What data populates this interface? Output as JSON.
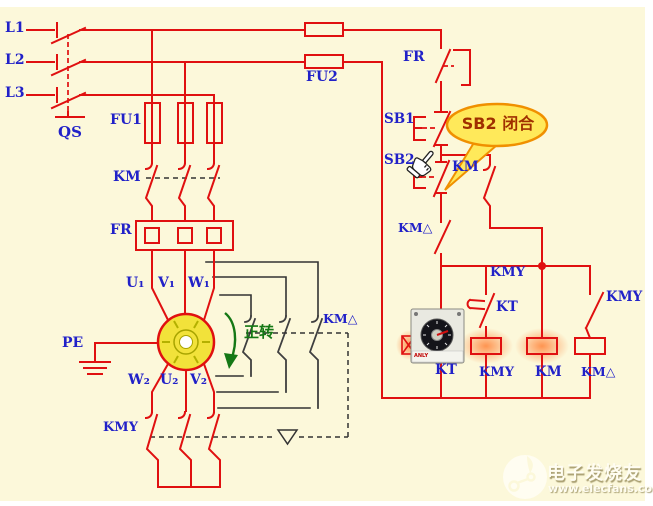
{
  "labels": {
    "l1": "L1",
    "l2": "L2",
    "l3": "L3",
    "qs": "QS",
    "fu1": "FU1",
    "fu2": "FU2",
    "km_main": "KM",
    "fr_main": "FR",
    "u1": "U₁",
    "v1": "V₁",
    "w1": "W₁",
    "w2": "W₂",
    "u2": "U₂",
    "v2": "V₂",
    "pe": "PE",
    "kmy_main": "KMY",
    "km_delta_contacts": "KM△",
    "forward_rotation": "正转",
    "fr_ctrl": "FR",
    "sb1": "SB1",
    "sb2": "SB2",
    "km_latch": "KM",
    "km_delta_nc": "KM△",
    "kmy_top": "KMY",
    "kt_contact": "KT",
    "kmy_right": "KMY",
    "kt_device": "KT",
    "kmy_coil": "KMY",
    "km_coil": "KM",
    "km_delta_coil": "KM△"
  },
  "bubble": {
    "text": "SB2 闭合"
  },
  "timer": {
    "brand": "ANLY"
  },
  "watermark": {
    "brand": "电子发烧友",
    "url": "www.elecfans.com"
  },
  "colors": {
    "background": "#fcf8da",
    "wire_red": "#e01010",
    "label_blue": "#2121c8",
    "mech_black": "#333333",
    "delta_gray": "#3f3f3f",
    "green": "#157815",
    "motor_yellow": "#f2e23a",
    "bubble_fill": "#ffe95a",
    "bubble_stroke": "#f09000",
    "bubble_text": "#a03000",
    "coil_glow": "#ff7b2e"
  }
}
